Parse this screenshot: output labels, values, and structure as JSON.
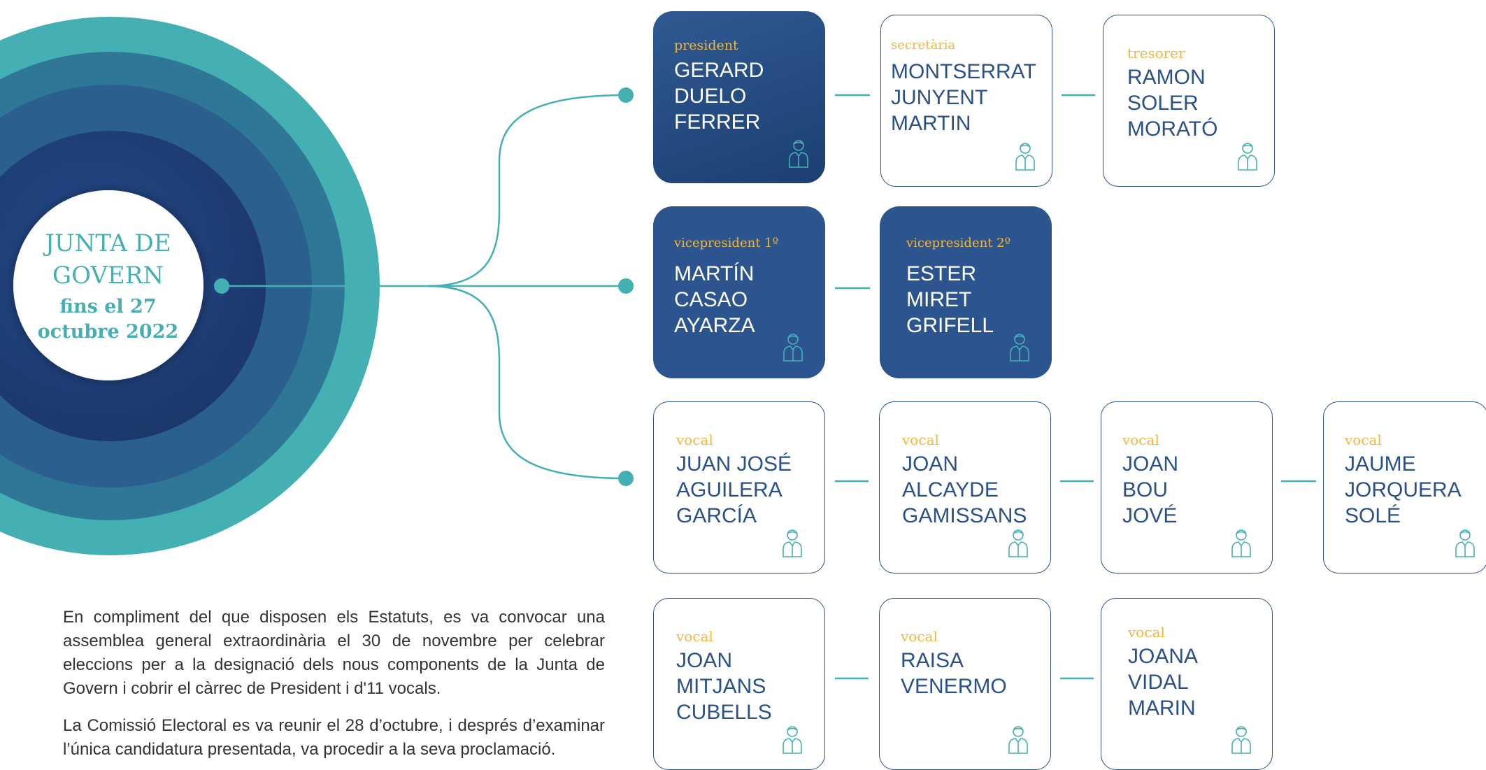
{
  "center": {
    "title": "JUNTA DE GOVERN",
    "subtitle": "fins el 27 octubre 2022"
  },
  "colors": {
    "teal": "#45b0b3",
    "navy": "#2a5189",
    "gold": "#f2b63c"
  },
  "members": {
    "president": {
      "role": "president",
      "name": "GERARD\nDUELO\nFERRER",
      "icon": "person-icon"
    },
    "secretaria": {
      "role": "secretària",
      "name": "MONTSERRAT\nJUNYENT\nMARTIN",
      "icon": "person-icon"
    },
    "tresorer": {
      "role": "tresorer",
      "name": "RAMON\nSOLER\nMORATÓ",
      "icon": "person-icon"
    },
    "vp1": {
      "role": "vicepresident 1º",
      "name": "MARTÍN\nCASAO\nAYARZA",
      "icon": "person-icon"
    },
    "vp2": {
      "role": "vicepresident 2º",
      "name": "ESTER\nMIRET\nGRIFELL",
      "icon": "person-icon"
    },
    "vocal1": {
      "role": "vocal",
      "name": "JUAN JOSÉ\nAGUILERA\nGARCÍA",
      "icon": "person-icon"
    },
    "vocal2": {
      "role": "vocal",
      "name": "JOAN\nALCAYDE\nGAMISSANS",
      "icon": "person-icon"
    },
    "vocal3": {
      "role": "vocal",
      "name": "JOAN\nBOU\nJOVÉ",
      "icon": "person-icon"
    },
    "vocal4": {
      "role": "vocal",
      "name": "JAUME\nJORQUERA\nSOLÉ",
      "icon": "person-icon"
    },
    "vocal5": {
      "role": "vocal",
      "name": "JOAN\nMITJANS\nCUBELLS",
      "icon": "person-icon"
    },
    "vocal6": {
      "role": "vocal",
      "name": "RAISA\nVENERMO",
      "icon": "person-icon"
    },
    "vocal7": {
      "role": "vocal",
      "name": "JOANA\nVIDAL\nMARIN",
      "icon": "person-icon"
    }
  },
  "text": {
    "para1": "En compliment del que disposen els Estatuts, es va convocar una assemblea general extraordinària el 30 de novembre per celebrar eleccions per a la designació dels nous components de la Junta de Govern i cobrir el càrrec de President i d'11 vocals.",
    "para2": "La Comissió Electoral es va reunir el 28 d’octubre, i després d’examinar l’única candidatura presentada, va procedir a la seva proclamació."
  }
}
